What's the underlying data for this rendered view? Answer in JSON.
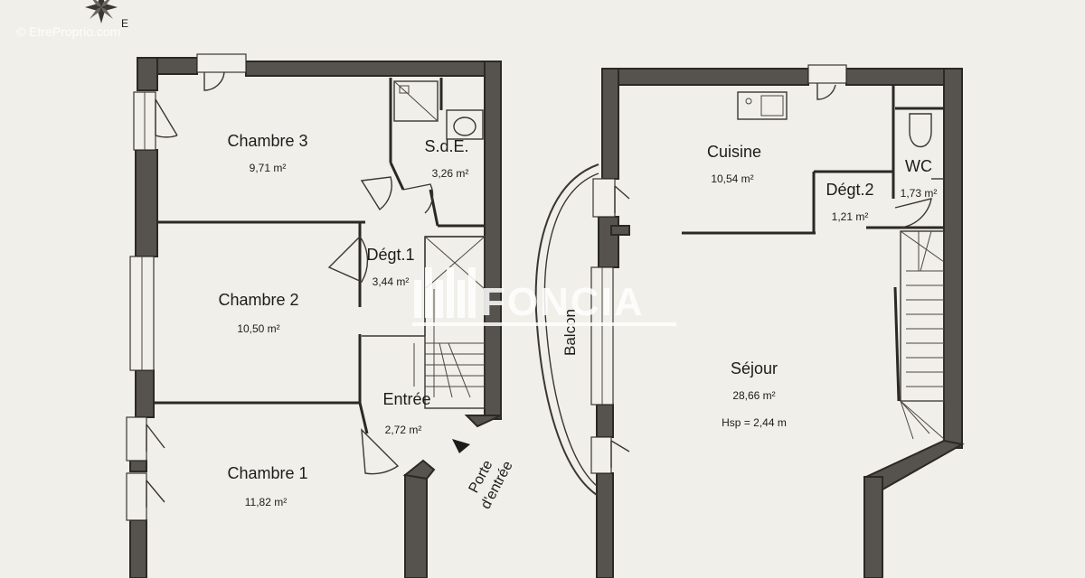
{
  "watermark": {
    "credit": "© EtreProprio.com",
    "brand": "FONCIA"
  },
  "compass": {
    "label": "E",
    "icon": "compass-rose-icon"
  },
  "upper_floor": {
    "rooms": [
      {
        "name": "Chambre 3",
        "area": "9,71 m²"
      },
      {
        "name": "S.d.E.",
        "area": "3,26 m²"
      },
      {
        "name": "Dégt.1",
        "area": "3,44 m²"
      },
      {
        "name": "Chambre 2",
        "area": "10,50 m²"
      },
      {
        "name": "Entrée",
        "area": "2,72 m²"
      },
      {
        "name": "Chambre 1",
        "area": "11,82 m²"
      }
    ],
    "entrance_label_line1": "Porte",
    "entrance_label_line2": "d'entrée",
    "entrance_icon": "arrow-icon"
  },
  "lower_floor": {
    "rooms": [
      {
        "name": "Cuisine",
        "area": "10,54 m²"
      },
      {
        "name": "WC",
        "area": "1,73 m²"
      },
      {
        "name": "Dégt.2",
        "area": "1,21 m²"
      },
      {
        "name": "Séjour",
        "area": "28,66 m²",
        "height": "Hsp = 2,44 m"
      }
    ],
    "balcony_label": "Balcon"
  }
}
